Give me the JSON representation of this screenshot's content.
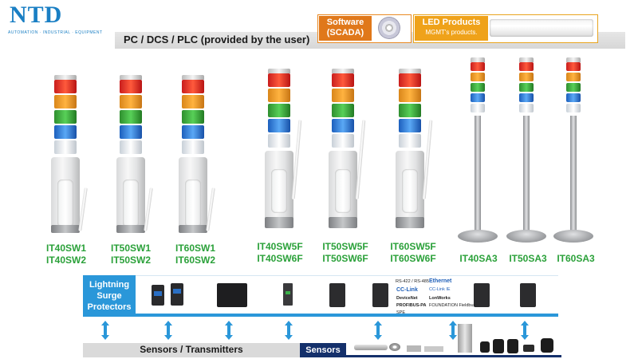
{
  "logo": {
    "name": "NTD",
    "tagline": "AUTOMATION · INDUSTRIAL · EQUIPMENT"
  },
  "top_bar": {
    "label": "PC / DCS / PLC (provided by the user)"
  },
  "software": {
    "line1": "Software",
    "line2": "(SCADA)"
  },
  "led_products": {
    "title": "LED Products",
    "subtitle": "MGMT's products."
  },
  "models": [
    {
      "line1": "IT40SW1",
      "line2": "IT40SW2"
    },
    {
      "line1": "IT50SW1",
      "line2": "IT50SW2"
    },
    {
      "line1": "IT60SW1",
      "line2": "IT60SW2"
    },
    {
      "line1": "IT40SW5F",
      "line2": "IT40SW6F"
    },
    {
      "line1": "IT50SW5F",
      "line2": "IT50SW6F"
    },
    {
      "line1": "IT60SW5F",
      "line2": "IT60SW6F"
    },
    {
      "line1": "IT40SA3",
      "line2": ""
    },
    {
      "line1": "IT50SA3",
      "line2": ""
    },
    {
      "line1": "IT60SA3",
      "line2": ""
    }
  ],
  "lightning": {
    "line1": "Lightning",
    "line2": "Surge",
    "line3": "Protectors"
  },
  "protocols": {
    "rs": "RS-422 / RS-485",
    "ethernet": "Ethernet",
    "cclink": "CC-Link",
    "cclink_ie": "CC-Link IE",
    "devicenet": "DeviceNet",
    "lonworks": "LonWorks",
    "profibus": "PROFIBUS-PA",
    "foundation": "FOUNDATION Fieldbus",
    "spe": "SPE"
  },
  "bottom": {
    "sensors_transmitters": "Sensors / Transmitters",
    "sensors": "Sensors"
  },
  "colors": {
    "green_text": "#2ba13a",
    "blue": "#2a97d9",
    "navy": "#14306b",
    "orange": "#e0781a"
  }
}
